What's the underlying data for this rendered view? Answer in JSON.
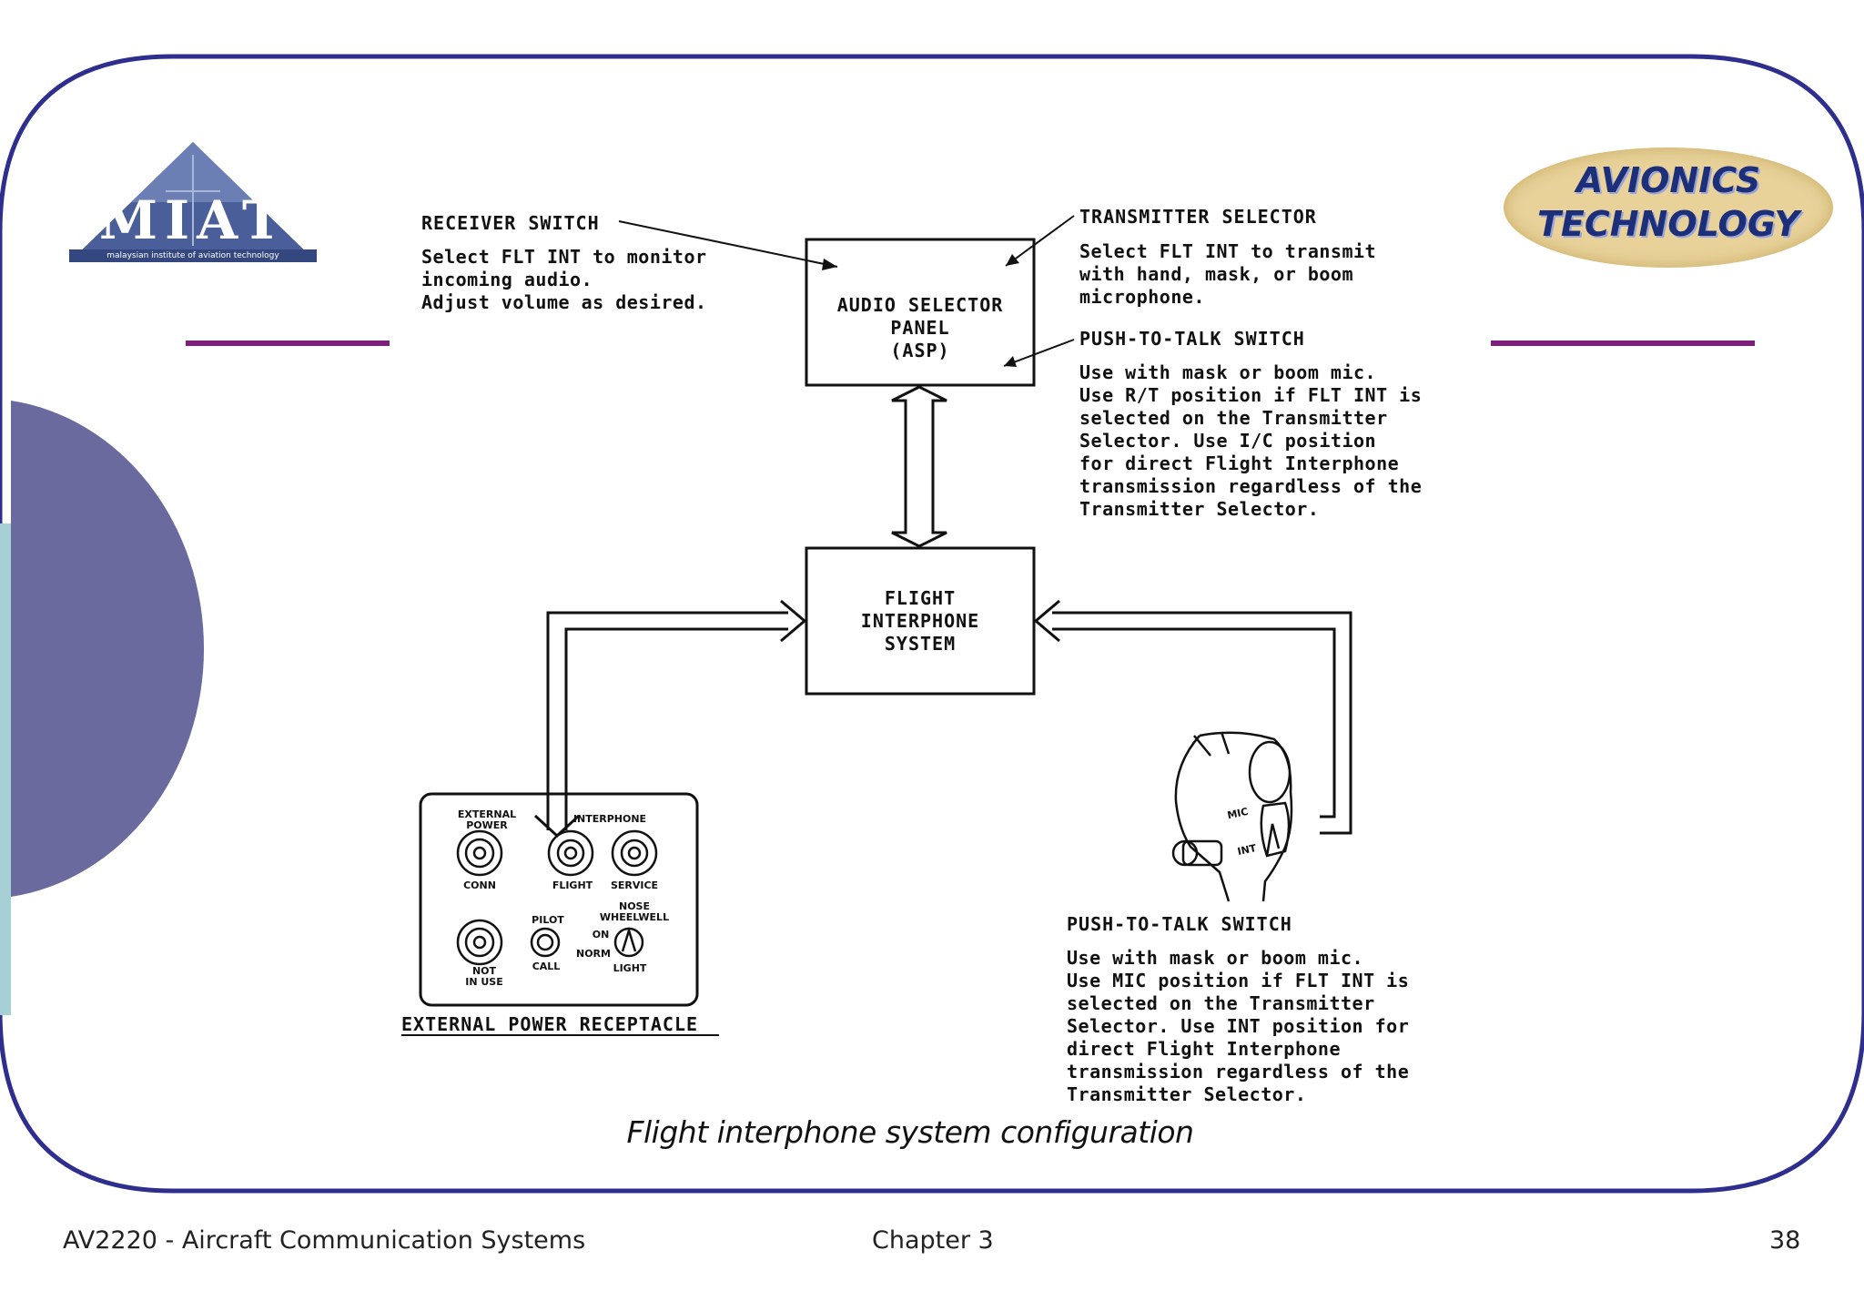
{
  "logo": {
    "text": "MIAT",
    "subtitle": "malaysian institute of aviation technology"
  },
  "badge": {
    "line1": "AVIONICS",
    "line2": "TECHNOLOGY"
  },
  "diagram": {
    "receiver_switch": {
      "title": "RECEIVER SWITCH",
      "text": "Select FLT INT to monitor\nincoming audio.\nAdjust volume as desired."
    },
    "transmitter_selector": {
      "title": "TRANSMITTER SELECTOR",
      "text": "Select FLT INT to transmit\nwith hand, mask, or boom\nmicrophone."
    },
    "ptt_switch_top": {
      "title": "PUSH-TO-TALK SWITCH",
      "text": "Use with mask or boom mic.\nUse R/T position if FLT INT is\nselected on the Transmitter\nSelector.  Use I/C position\nfor direct Flight Interphone\ntransmission regardless of the\nTransmitter Selector."
    },
    "ptt_switch_bottom": {
      "title": "PUSH-TO-TALK SWITCH",
      "text": "Use with mask or boom mic.\nUse MIC position if FLT INT is\nselected on the Transmitter\nSelector.  Use INT position for\ndirect Flight Interphone\ntransmission regardless of the\nTransmitter Selector."
    },
    "asp_box": "AUDIO SELECTOR\nPANEL\n(ASP)",
    "fis_box": "FLIGHT\nINTERPHONE\nSYSTEM",
    "receptacle": {
      "title": "EXTERNAL POWER RECEPTACLE",
      "external_power": "EXTERNAL\nPOWER",
      "interphone": "INTERPHONE",
      "conn": "CONN",
      "flight": "FLIGHT",
      "service": "SERVICE",
      "nose_wheelwell": "NOSE\nWHEELWELL",
      "pilot": "PILOT",
      "call": "CALL",
      "on": "ON",
      "norm": "NORM",
      "light": "LIGHT",
      "not_in_use": "NOT\nIN USE"
    },
    "mic_label": "MIC",
    "int_label": "INT"
  },
  "caption": "Flight interphone system configuration",
  "footer": {
    "course": "AV2220 - Aircraft Communication Systems",
    "chapter": "Chapter 3",
    "page": "38"
  },
  "colors": {
    "frame": "#2e2e8f",
    "accent_line": "#7b1f7b",
    "left_circle": "#6a6a9e",
    "left_strip": "#a7d0d6",
    "badge_fill": "#e8d29a"
  }
}
